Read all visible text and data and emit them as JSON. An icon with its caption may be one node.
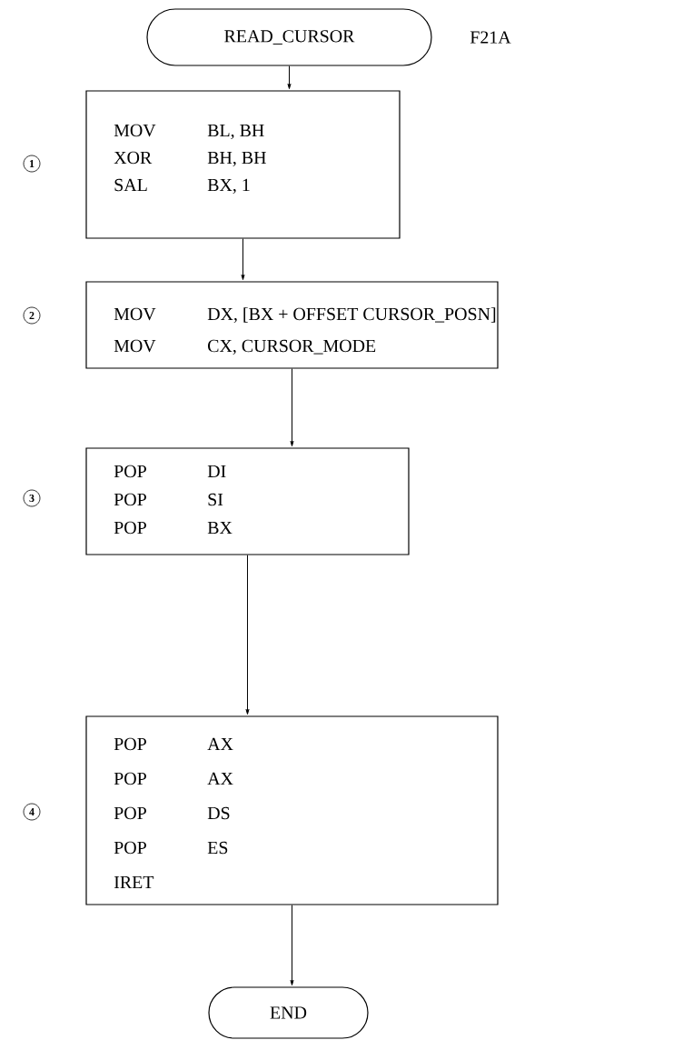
{
  "diagram": {
    "nodes": [
      {
        "text": [
          "READ_CURSOR"
        ],
        "beside": [
          "F21A"
        ]
      },
      {
        "text": [
          "MOV",
          "BL, BH",
          "XOR",
          "BH, BH",
          "SAL",
          "BX, 1"
        ]
      },
      {
        "text": [
          "MOV",
          "DX, [BX + OFFSET CURSOR_POSN]",
          "MOV",
          "CX, CURSOR_MODE"
        ]
      },
      {
        "text": [
          "POP",
          "DI",
          "POP",
          "SI",
          "POP",
          "BX"
        ]
      },
      {
        "text": [
          "POP",
          "AX",
          "POP",
          "AX",
          "POP",
          "DS",
          "POP",
          "ES",
          "IRET"
        ]
      },
      {
        "text": [
          "END"
        ]
      }
    ],
    "edges": [
      {
        "from": 0,
        "to": 1,
        "arrow": "to"
      },
      {
        "from": 1,
        "to": 2,
        "arrow": "to"
      },
      {
        "from": 2,
        "to": 3,
        "arrow": "to"
      },
      {
        "from": 3,
        "to": 4,
        "arrow": "to"
      },
      {
        "from": 4,
        "to": 5,
        "arrow": "to"
      }
    ],
    "labels": [
      "1",
      "2",
      "3",
      "4"
    ]
  }
}
